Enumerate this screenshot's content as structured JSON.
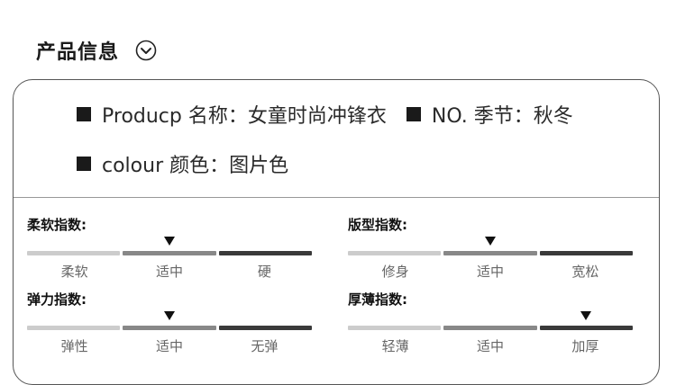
{
  "header": {
    "title": "产品信息"
  },
  "info": {
    "line1": {
      "name_text": "Producp 名称：女童时尚冲锋衣",
      "season_text": "NO. 季节：秋冬"
    },
    "line2": {
      "colour_text": "colour 颜色：图片色"
    }
  },
  "scales": [
    {
      "label": "柔软指数:",
      "options": [
        "柔软",
        "适中",
        "硬"
      ],
      "selected": 1
    },
    {
      "label": "版型指数:",
      "options": [
        "修身",
        "适中",
        "宽松"
      ],
      "selected": 1
    },
    {
      "label": "弹力指数:",
      "options": [
        "弹性",
        "适中",
        "无弹"
      ],
      "selected": 1
    },
    {
      "label": "厚薄指数:",
      "options": [
        "轻薄",
        "适中",
        "加厚"
      ],
      "selected": 2
    }
  ]
}
